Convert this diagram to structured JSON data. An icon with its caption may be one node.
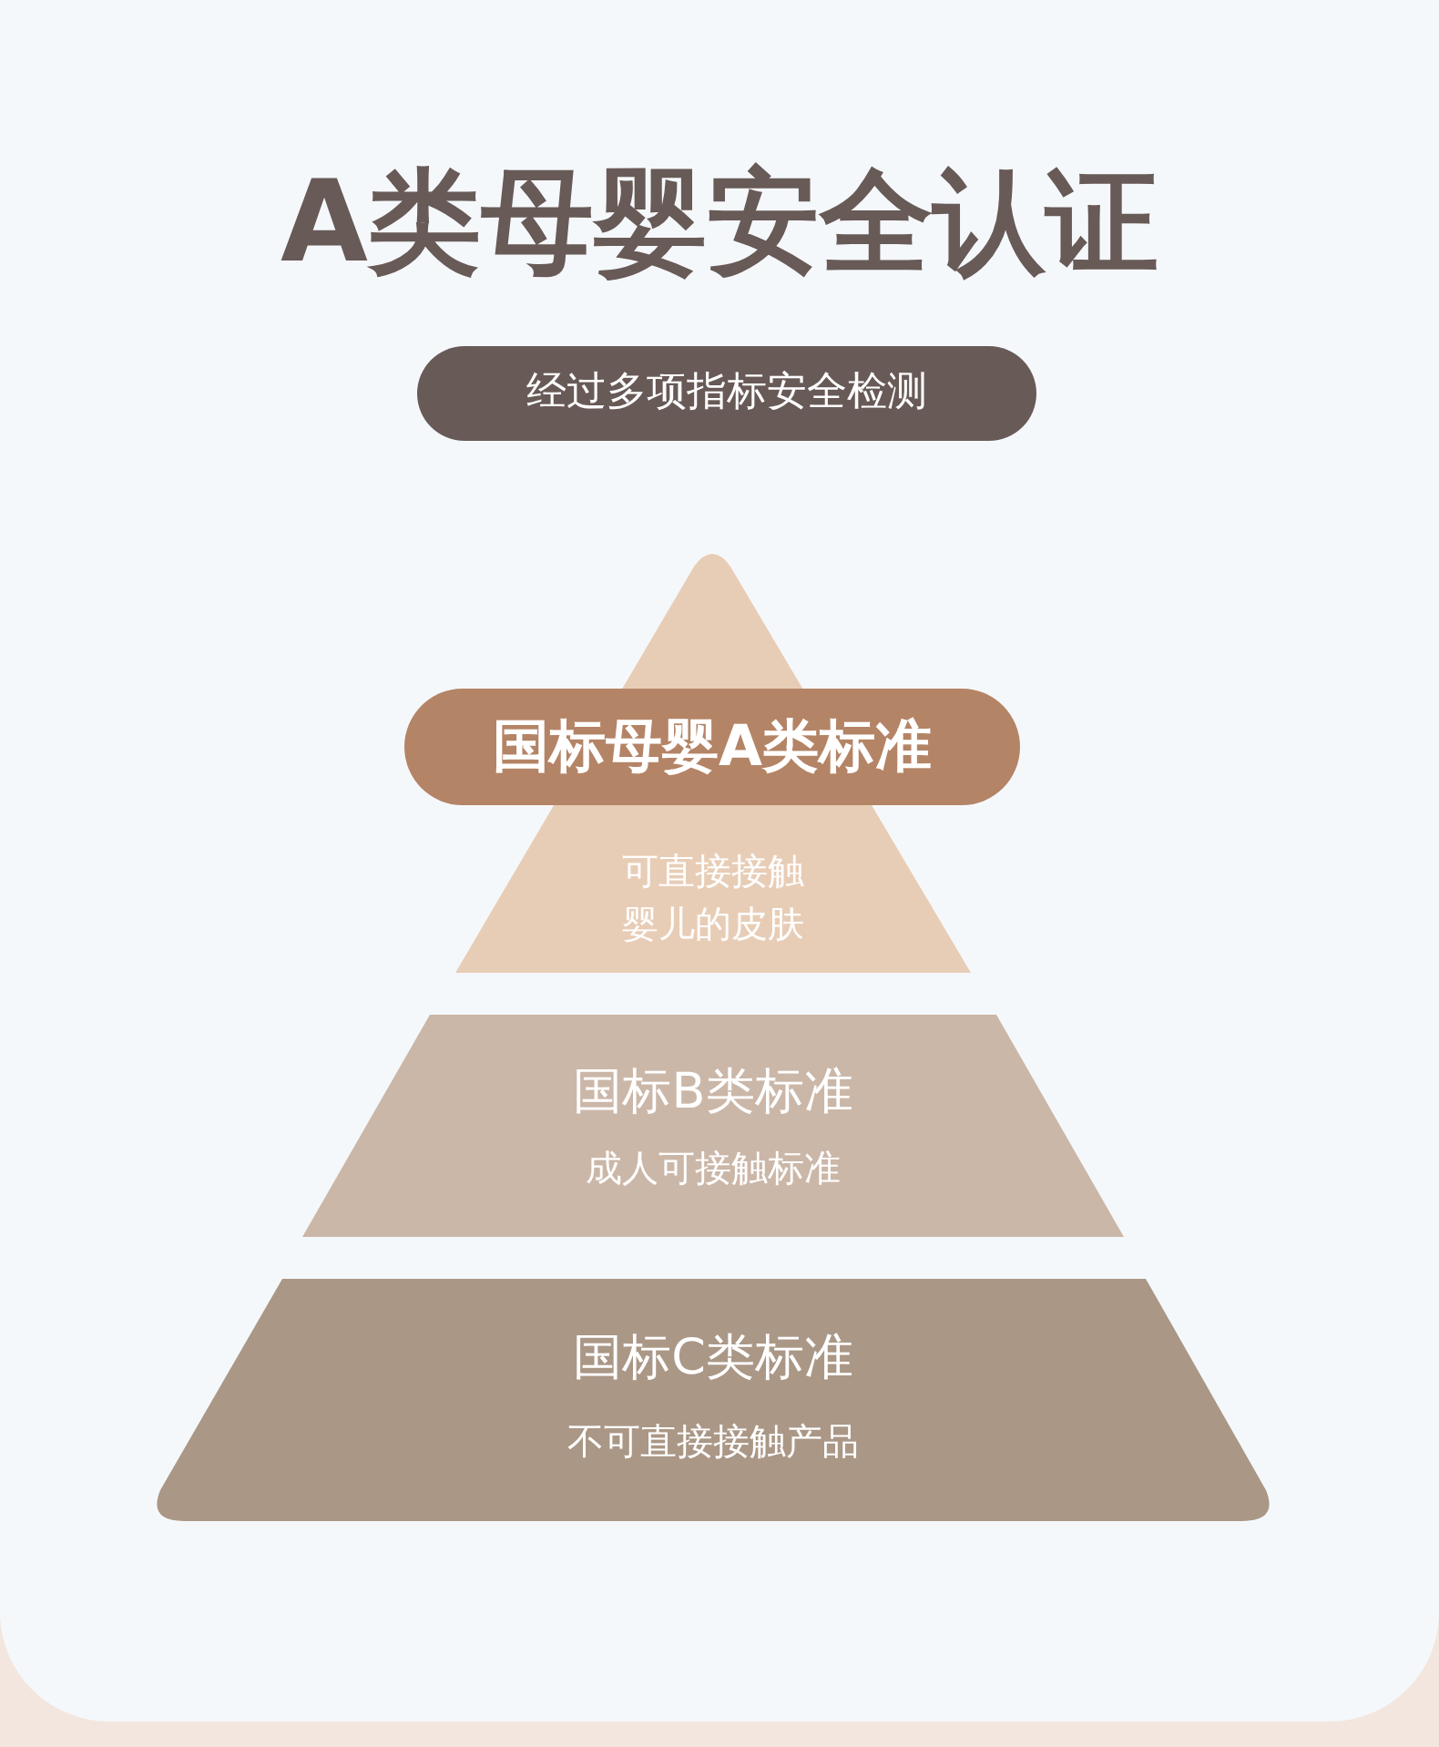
{
  "diagram": {
    "title": "A类母婴安全认证",
    "nodes": [
      {
        "text": [
          "经过多项指标安全检测"
        ]
      },
      {
        "text": [
          "可直接接触婴儿的皮肤"
        ]
      },
      {
        "text": [
          "国标母婴A类标准"
        ]
      },
      {
        "text": [
          "国标B类标准",
          "成人可接触标准"
        ]
      },
      {
        "text": [
          "国标C类标准",
          "不可直接接触产品"
        ]
      }
    ]
  }
}
